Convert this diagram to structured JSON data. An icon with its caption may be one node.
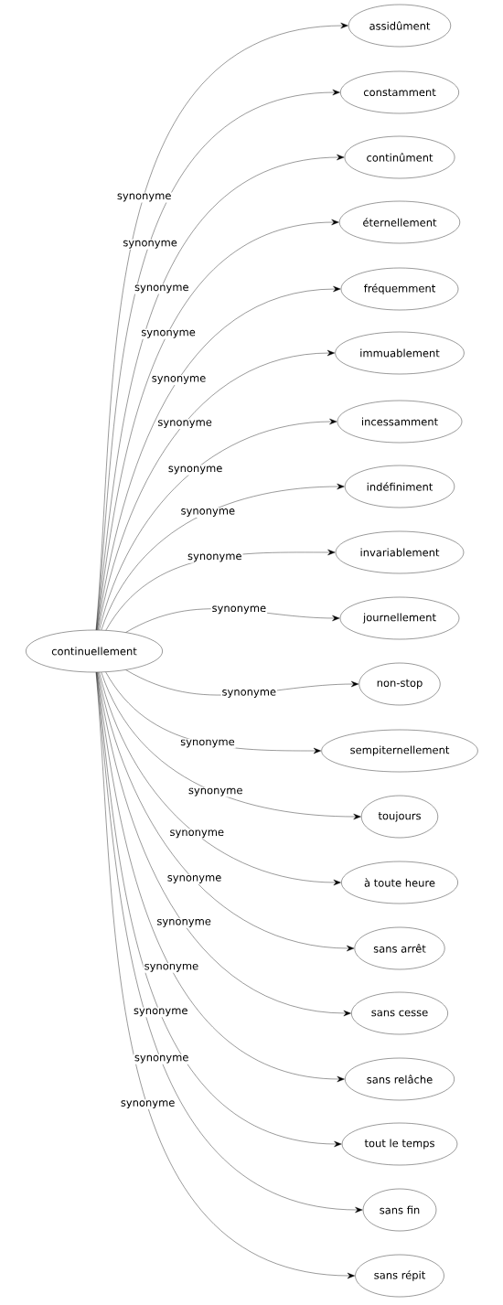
{
  "diagram": {
    "nodes": [
      {
        "text": [
          "continuellement"
        ]
      },
      {
        "text": [
          "assidûment"
        ]
      },
      {
        "text": [
          "constamment"
        ]
      },
      {
        "text": [
          "continûment"
        ]
      },
      {
        "text": [
          "éternellement"
        ]
      },
      {
        "text": [
          "fréquemment"
        ]
      },
      {
        "text": [
          "immuablement"
        ]
      },
      {
        "text": [
          "incessamment"
        ]
      },
      {
        "text": [
          "indéfiniment"
        ]
      },
      {
        "text": [
          "invariablement"
        ]
      },
      {
        "text": [
          "journellement"
        ]
      },
      {
        "text": [
          "non-stop"
        ]
      },
      {
        "text": [
          "sempiternellement"
        ]
      },
      {
        "text": [
          "toujours"
        ]
      },
      {
        "text": [
          "à toute heure"
        ]
      },
      {
        "text": [
          "sans arrêt"
        ]
      },
      {
        "text": [
          "sans cesse"
        ]
      },
      {
        "text": [
          "sans relâche"
        ]
      },
      {
        "text": [
          "tout le temps"
        ]
      },
      {
        "text": [
          "sans fin"
        ]
      },
      {
        "text": [
          "sans répit"
        ]
      }
    ],
    "edges": [
      {
        "from": 0,
        "to": 1,
        "arrow": "to",
        "label": "synonyme"
      },
      {
        "from": 0,
        "to": 2,
        "arrow": "to",
        "label": "synonyme"
      },
      {
        "from": 0,
        "to": 3,
        "arrow": "to",
        "label": "synonyme"
      },
      {
        "from": 0,
        "to": 4,
        "arrow": "to",
        "label": "synonyme"
      },
      {
        "from": 0,
        "to": 5,
        "arrow": "to",
        "label": "synonyme"
      },
      {
        "from": 0,
        "to": 6,
        "arrow": "to",
        "label": "synonyme"
      },
      {
        "from": 0,
        "to": 7,
        "arrow": "to",
        "label": "synonyme"
      },
      {
        "from": 0,
        "to": 8,
        "arrow": "to",
        "label": "synonyme"
      },
      {
        "from": 0,
        "to": 9,
        "arrow": "to",
        "label": "synonyme"
      },
      {
        "from": 0,
        "to": 10,
        "arrow": "to",
        "label": "synonyme"
      },
      {
        "from": 0,
        "to": 11,
        "arrow": "to",
        "label": "synonyme"
      },
      {
        "from": 0,
        "to": 12,
        "arrow": "to",
        "label": "synonyme"
      },
      {
        "from": 0,
        "to": 13,
        "arrow": "to",
        "label": "synonyme"
      },
      {
        "from": 0,
        "to": 14,
        "arrow": "to",
        "label": "synonyme"
      },
      {
        "from": 0,
        "to": 15,
        "arrow": "to",
        "label": "synonyme"
      },
      {
        "from": 0,
        "to": 16,
        "arrow": "to",
        "label": "synonyme"
      },
      {
        "from": 0,
        "to": 17,
        "arrow": "to",
        "label": "synonyme"
      },
      {
        "from": 0,
        "to": 18,
        "arrow": "to",
        "label": "synonyme"
      },
      {
        "from": 0,
        "to": 19,
        "arrow": "to",
        "label": "synonyme"
      },
      {
        "from": 0,
        "to": 20,
        "arrow": "to",
        "label": "synonyme"
      }
    ]
  }
}
